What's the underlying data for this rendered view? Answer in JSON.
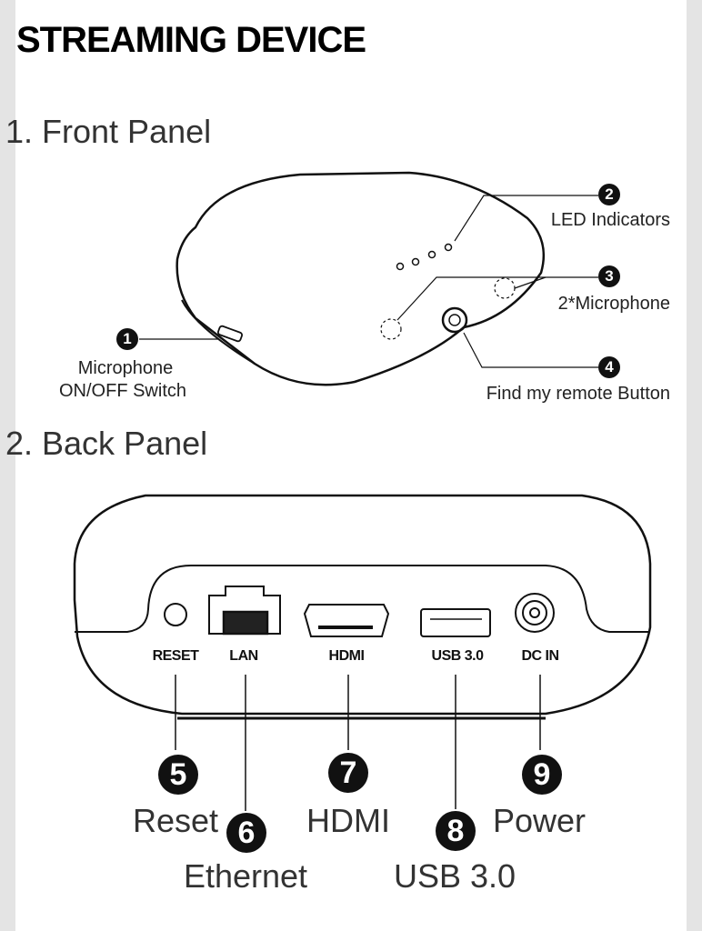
{
  "title": "STREAMING DEVICE",
  "sections": [
    {
      "label": "1.  Front Panel"
    },
    {
      "label": "2.  Back Panel"
    }
  ],
  "front_panel": {
    "callouts": [
      {
        "number": "1",
        "label_lines": [
          "Microphone",
          "ON/OFF Switch"
        ]
      },
      {
        "number": "2",
        "label": "LED Indicators"
      },
      {
        "number": "3",
        "label": "2*Microphone"
      },
      {
        "number": "4",
        "label": "Find my remote Button"
      }
    ]
  },
  "back_panel": {
    "port_labels": [
      "RESET",
      "LAN",
      "HDMI",
      "USB 3.0",
      "DC IN"
    ],
    "callouts": [
      {
        "number": "5",
        "label": "Reset"
      },
      {
        "number": "6",
        "label": "Ethernet"
      },
      {
        "number": "7",
        "label": "HDMI"
      },
      {
        "number": "8",
        "label": "USB 3.0"
      },
      {
        "number": "9",
        "label": "Power"
      }
    ]
  }
}
